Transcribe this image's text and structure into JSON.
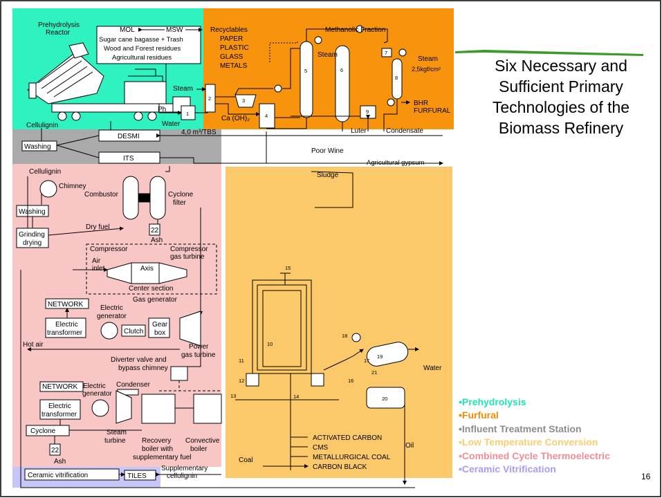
{
  "title_lines": [
    "Six Necessary and",
    "Sufficient Primary",
    "Technologies of the",
    "Biomass Refinery"
  ],
  "page_number": "16",
  "legend": [
    {
      "label": "•Prehydrolysis",
      "color": "#1fe3b2"
    },
    {
      "label": "•Furfural",
      "color": "#f08a00"
    },
    {
      "label": "•Influent Treatment Station",
      "color": "#8c8c8c"
    },
    {
      "label": "•Low Temperature Conversion",
      "color": "#f9cd72"
    },
    {
      "label": "•Combined Cycle Thermoelectric",
      "color": "#f58c93"
    },
    {
      "label": "•Ceramic Vitrification",
      "color": "#a89cf3"
    }
  ],
  "zone_colors": {
    "prehydrolysis": "#2ef2bf",
    "furfural": "#f7930c",
    "treatment": "#aaaaaa",
    "low_temperature": "#fbc96a",
    "combined_cycle": "#f9c6c6",
    "ceramic": "#c6c6f8",
    "accent_line": "#3c9a2a"
  },
  "labels": {
    "reactor1": "Prehydrolysis",
    "reactor2": "Reactor",
    "mol": "MOL",
    "msw": "MSW",
    "feed1": "Sugar cane bagasse + Trash",
    "feed2": "Wood and Forest residues",
    "feed3": "Agricultural residues",
    "recyclables": "Recyclables",
    "paper": "PAPER",
    "plastic": "PLASTIC",
    "glass": "GLASS",
    "metals": "METALS",
    "methanolic": "Methanolic Fraction",
    "steam_top": "Steam",
    "steam_right": "Steam",
    "pressure": "2,5kgf/cm²",
    "steam_left": "Steam",
    "bhr": "BHR",
    "furfural": "FURFURAL",
    "ph": "Ph",
    "caoh": "Ca (OH)₂",
    "cellulignin1": "Cellulignin",
    "water": "Water",
    "flow": "4,0 m³/TBS",
    "luter": "Luter",
    "condensate": "Condensate",
    "washing1": "Washing",
    "desmi": "DESMI",
    "its": "ITS",
    "poor_wine": "Poor Wine",
    "gypsum": "Agricultural gypsum",
    "cellulignin2": "Cellulignin",
    "sludge": "Sludge",
    "chimney": "Chimney",
    "combustor": "Combustor",
    "cyclone_filter1": "Cyclone",
    "cyclone_filter2": "filter",
    "washing2": "Washing",
    "dry_fuel": "Dry fuel",
    "grinding1": "Grinding",
    "grinding2": "drying",
    "n22a": "22",
    "ash1": "Ash",
    "compressor": "Compressor",
    "comp_turbine1": "Compressor",
    "comp_turbine2": "gas turbine",
    "air1": "Air",
    "air2": "inlet",
    "axis": "Axis",
    "center": "Center section",
    "gas_gen": "Gas generator",
    "network1": "NETWORK",
    "elec_gen1a": "Electric",
    "elec_gen1b": "generator",
    "elec_tr1a": "Electric",
    "elec_tr1b": "transformer",
    "clutch": "Clutch",
    "gear1": "Gear",
    "gear2": "box",
    "hot_air": "Hot air",
    "power1": "Power",
    "power2": "gas turbine",
    "diverter1": "Diverter valve and",
    "diverter2": "bypass chimney",
    "network2": "NETWORK",
    "elec_gen2a": "Electric",
    "elec_gen2b": "generator",
    "condenser": "Condenser",
    "elec_tr2a": "Electric",
    "elec_tr2b": "transformer",
    "cyclone": "Cyclone",
    "steam_turbine1": "Steam",
    "steam_turbine2": "turbine",
    "recovery1": "Recovery",
    "recovery2": "boiler with",
    "recovery3": "supplementary fuel",
    "convective1": "Convective",
    "convective2": "boiler",
    "n22b": "22",
    "ash2": "Ash",
    "ceramic": "Ceramic vitrification",
    "tiles": "TILES",
    "supp1": "Supplementary",
    "supp2": "cellulignin",
    "coal": "Coal",
    "activated": "ACTIVATED CARBON",
    "cms": "CMS",
    "metallurgical": "METALLURGICAL COAL",
    "carbon_black": "CARBON BLACK",
    "oil": "Oil",
    "water_right": "Water"
  },
  "unit_numbers": {
    "u1": "1",
    "u2": "2",
    "u3": "3",
    "u4": "4",
    "u5": "5",
    "u6": "6",
    "u7": "7",
    "u8": "8",
    "u9": "9",
    "u10": "10",
    "u11": "11",
    "u12": "12",
    "u13": "13",
    "u14": "14",
    "u15": "15",
    "u16": "16",
    "u17": "17",
    "u18": "18",
    "u19": "19",
    "u20": "20",
    "u21": "21"
  }
}
